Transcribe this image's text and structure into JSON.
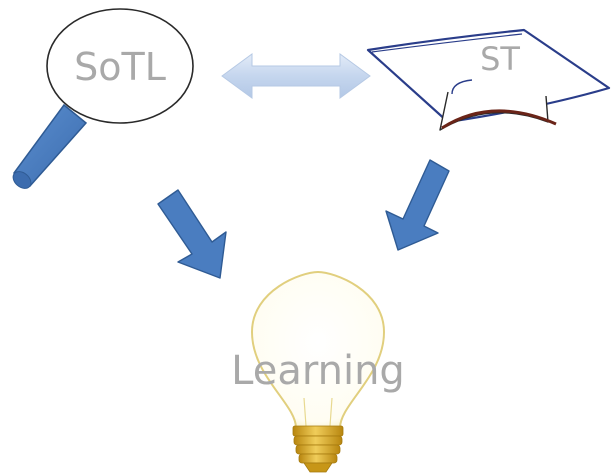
{
  "diagram": {
    "sotl_label": "SoTL",
    "st_label": "ST",
    "learning_label": "Learning"
  },
  "colors": {
    "arrow_fill": "#4a7dc0",
    "arrow_stroke": "#2f5b94",
    "double_arrow": "#c5d6ee",
    "cap_stroke": "#2a3d8a",
    "cap_brim": "#6a2418",
    "bulb_glass": "#e6d58a",
    "bulb_base": "#d3a21f",
    "label": "#a9a9a9"
  },
  "icons": {
    "sotl": "magnifying-glass-icon",
    "st": "graduation-cap-icon",
    "learning": "light-bulb-icon"
  }
}
